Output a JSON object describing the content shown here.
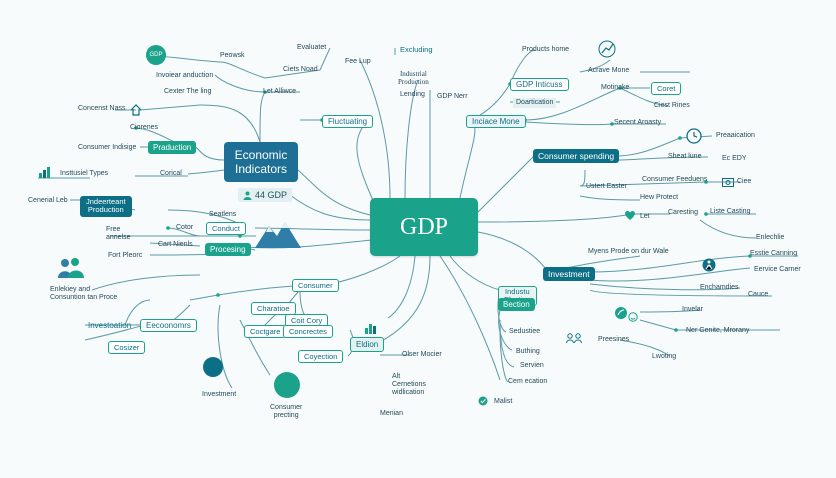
{
  "center": "GDP",
  "economic_indicators": "Economic\nIndicators",
  "nodes": {
    "gdp_badge": "GDP",
    "proewsk": "Peowsk",
    "evaluatet": "Evaluatet",
    "fee_lup": "Fee Lup",
    "excluding": "Excluding",
    "products_home": "Products home",
    "invoiear_anduction": "Invoiear anduction",
    "ciets_noad": "Ciets Noad",
    "industrial_production": "Industrial\nProduction",
    "lending": "Lending",
    "gdp_inticus": "GDP Inticuss",
    "acrave_mone": "Acrave Mone",
    "caster_the_ling": "Cexter The ling",
    "let_alliwce": "Let Alliwce",
    "gdp_nerr": "GDP Nerr",
    "doartication": "Doartication",
    "motinake": "Motinake",
    "coret": "Coret",
    "concenst_nass": "Concenst Nass",
    "fluctuating": "Fluctuating",
    "inciace_mone": "Inciace Mone",
    "ciest_rines": "Ciest Rines",
    "ciorenes": "Ciorenes",
    "secent_aroasty": "Secent Aroasty",
    "consumer_indisige": "Consumer Indisige",
    "praduction": "Praduction",
    "prearication": "Preaaication",
    "consumer_spending": "Consumer spending",
    "sheatuine": "Sheat lune",
    "e_cdy": "Ec EDY",
    "insttusiel_types": "Insttusiel Types",
    "corical": "Corical",
    "ustert_easter": "Ustert Easter",
    "consumer_feeduens": "Consumer Feeduens",
    "ciee": "Ciee",
    "gdp_44": "44 GDP",
    "hew_protect": "Hew Protect",
    "cenerial_lebs": "Cenerial Leb",
    "independent_production": "Jndeerteant\nProduction",
    "seaotens": "Seatlens",
    "free_annelise": "Free\nannelse",
    "cotor": "Cotor",
    "conduct": "Conduct",
    "let": "Let",
    "caresting": "Caresting",
    "lists_casting": "Liste Casting",
    "cart_nienls": "Cart Nienls",
    "fort_peorc": "Fort Pleorc",
    "proceing": "Procesing",
    "enlechkie": "Enlechlie",
    "myens_prode": "Myens Prode on dur Wale",
    "esstie_canning": "Esstie Canning",
    "investment": "Investment",
    "eervice_carner": "Eervice Carner",
    "enlekiey": "Enlekiey and\nConsuntion tan Proce",
    "consumer": "Consumer",
    "enchamdies": "Enchamdies",
    "cauce": "Cauce",
    "industu_election": "Industu\nElection",
    "bection": "Bection",
    "investoation": "Investoation",
    "eecoonomrs": "Eecoonomrs",
    "charatioe": "Charatioe",
    "coit_cory": "Coit Cory",
    "coctgare": "Coctgare",
    "concrectes": "Concrectes",
    "inveler": "Invelar",
    "neer_genite": "Ner Genite, Mrorany",
    "cosizer": "Cosizer",
    "sedustiee": "Sedustiee",
    "preesines": "Preesines",
    "coyection": "Coyection",
    "eldion": "Eldion",
    "buthing": "Buthing",
    "lwoting": "Lwoting",
    "oher_mocier": "Olser Mocier",
    "servien": "Servien",
    "investment2": "Investment",
    "alt_cernstions": "Alt\nCernetions\nwidlication",
    "cem_ecation": "Cem ecation",
    "consumer_precting": "Consumer\nprecting",
    "malst": "Malist",
    "menian": "Menian"
  },
  "colors": {
    "teal": "#1aa38a",
    "dark_blue": "#0d6f86",
    "line": "#5b9aa5"
  },
  "icons": [
    "gdp-badge-icon",
    "chart-up-icon",
    "home-icon",
    "bar-chart-icon",
    "person-icon",
    "mountain-icon",
    "people-icon",
    "clock-icon",
    "heart-icon",
    "walker-icon",
    "money-icon",
    "people-pair-icon",
    "check-icon",
    "column-chart-icon",
    "leaf-icon",
    "smile-icon"
  ]
}
